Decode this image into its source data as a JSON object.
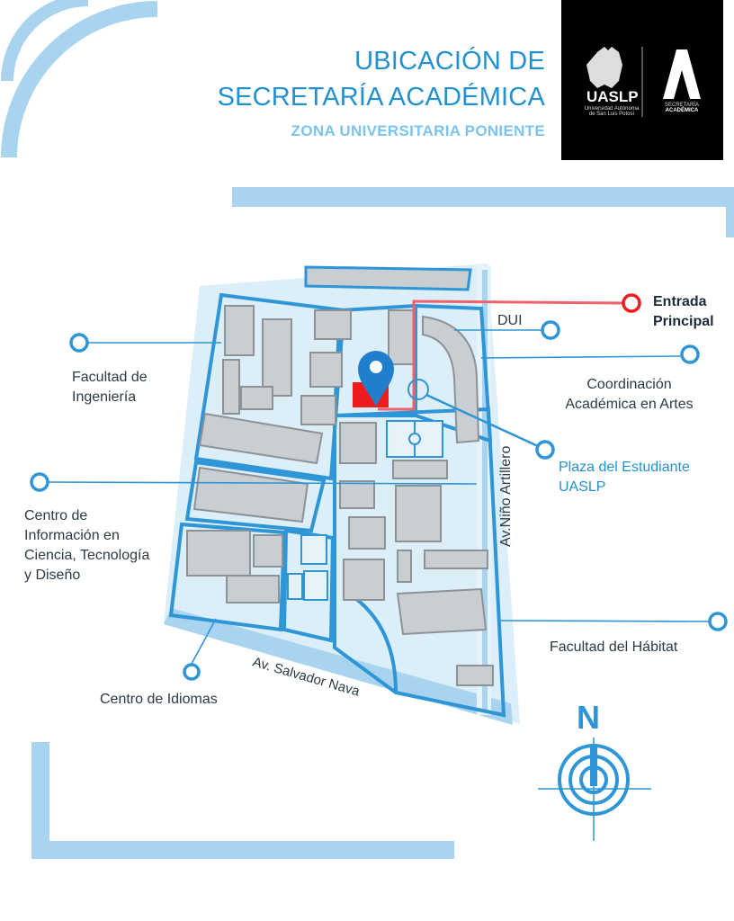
{
  "header": {
    "title_line1": "UBICACIÓN DE",
    "title_line2": "SECRETARÍA ACADÉMICA",
    "subtitle": "ZONA UNIVERSITARIA PONIENTE"
  },
  "logo": {
    "university_short": "UASLP",
    "university_name_1": "Universidad Autónoma",
    "university_name_2": "de San Luis Potosí",
    "office_line1": "SECRETARÍA",
    "office_line2": "ACADÉMICA"
  },
  "map": {
    "labels": {
      "entrada_1": "Entrada",
      "entrada_2": "Principal",
      "dui": "DUI",
      "coordinacion_1": "Coordinación",
      "coordinacion_2": "Académica en Artes",
      "ingenieria_1": "Facultad de",
      "ingenieria_2": "Ingeniería",
      "plaza_1": "Plaza del Estudiante",
      "plaza_2": "UASLP",
      "centro_info_1": "Centro de",
      "centro_info_2": "Información en",
      "centro_info_3": "Ciencia, Tecnología",
      "centro_info_4": "y Diseño",
      "habitat": "Facultad del Hábitat",
      "idiomas": "Centro de Idiomas",
      "street_nino": "Av.Niño Artillero",
      "street_nava": "Av. Salvador Nava"
    },
    "compass_label": "N",
    "colors": {
      "accent": "#2e95d6",
      "route": "#f0626a",
      "target": "#ee1c1c",
      "campus": "#dceef8",
      "building": "#c9ced3"
    }
  }
}
